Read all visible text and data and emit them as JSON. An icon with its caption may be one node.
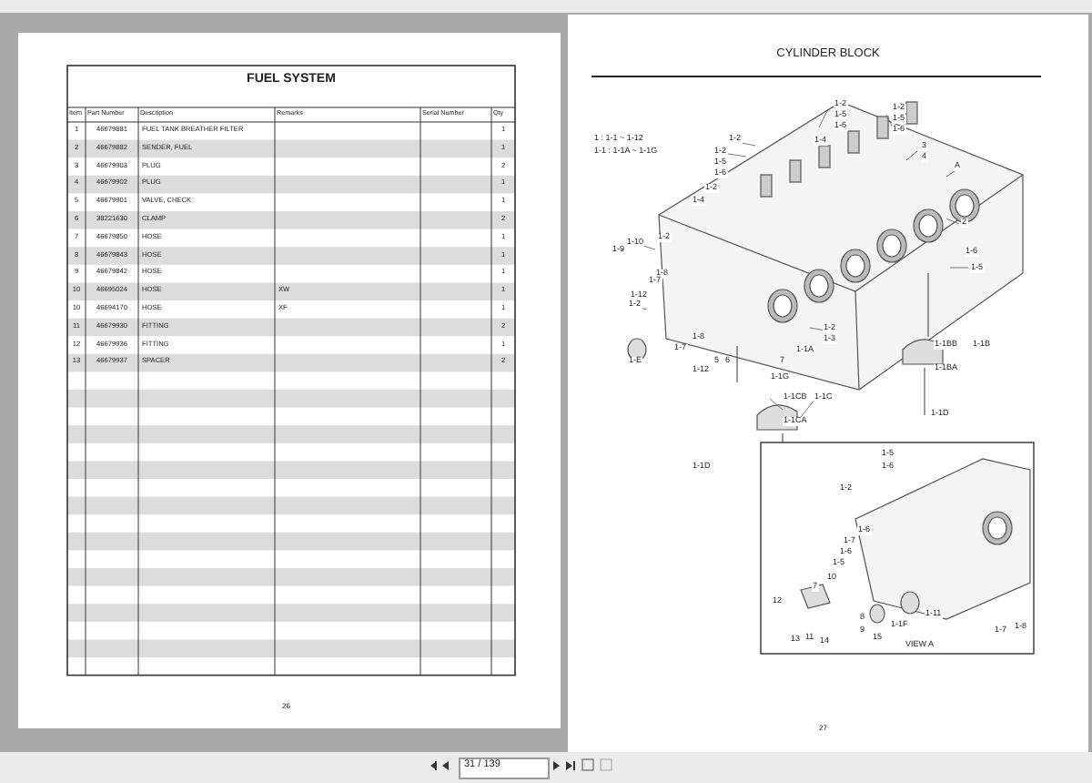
{
  "diagram": {
    "labels": [
      "FUEL SYSTEM",
      "Item",
      "Part Number",
      "Description",
      "Remarks",
      "Serial Number",
      "Qty",
      "1",
      "46679881",
      "FUEL TANK BREATHER FILTER",
      "1",
      "2",
      "46679882",
      "SENDER, FUEL",
      "1",
      "3",
      "46679903",
      "PLUG",
      "2",
      "4",
      "46679902",
      "PLUG",
      "1",
      "5",
      "46679901",
      "VALVE, CHECK",
      "1",
      "6",
      "38221630",
      "CLAMP",
      "2",
      "7",
      "46679850",
      "HOSE",
      "1",
      "8",
      "46679843",
      "HOSE",
      "1",
      "9",
      "46679842",
      "HOSE",
      "1",
      "10",
      "46695024",
      "HOSE",
      "XW",
      "1",
      "10",
      "46694170",
      "HOSE",
      "XF",
      "1",
      "11",
      "46679930",
      "FITTING",
      "2",
      "12",
      "46679936",
      "FITTING",
      "1",
      "13",
      "46679937",
      "SPACER",
      "2",
      "26",
      "CYLINDER BLOCK",
      "1 : 1-1 ~ 1-12",
      "1-1 : 1-1A ~ 1-1G",
      "1-2",
      "1-5",
      "1-6",
      "1-2",
      "1-5",
      "1-6",
      "3",
      "4",
      "1-2",
      "1-4",
      "1-2",
      "1-5",
      "1-6",
      "1-2",
      "1-4",
      "A",
      "2",
      "1-10",
      "1-9",
      "1-2",
      "1-8",
      "1-7",
      "1-12",
      "1-2",
      "1-E",
      "1-8",
      "1-7",
      "1-12",
      "5",
      "6",
      "1-6",
      "1-5",
      "1-2",
      "1-3",
      "1-1A",
      "7",
      "1-1G",
      "1-1BB",
      "1-1B",
      "1-1BA",
      "1-1CB",
      "1-1C",
      "1-1CA",
      "1-1D",
      "1-1D",
      "1-5",
      "1-6",
      "1-2",
      "1-6",
      "1-7",
      "1-6",
      "1-5",
      "10",
      "7",
      "12",
      "8",
      "9",
      "13",
      "11",
      "14",
      "15",
      "1-1F",
      "1-11",
      "1-7",
      "1-8",
      "VIEW A",
      "27",
      "31 / 139"
    ]
  }
}
